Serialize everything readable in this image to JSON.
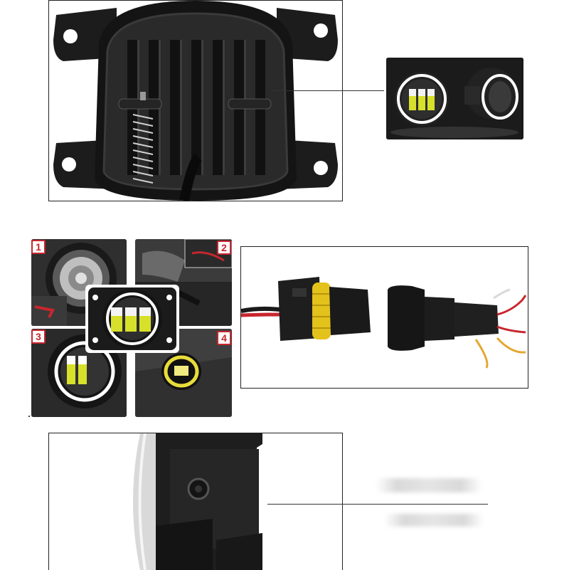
{
  "steps": {
    "step1": "1",
    "step2": "2",
    "step3": "3",
    "step4": "4"
  },
  "colors": {
    "accent": "#c8262e",
    "lamp_yellow": "#d7e02a",
    "halo": "#ffffff",
    "housing": "#1a1a1a"
  }
}
